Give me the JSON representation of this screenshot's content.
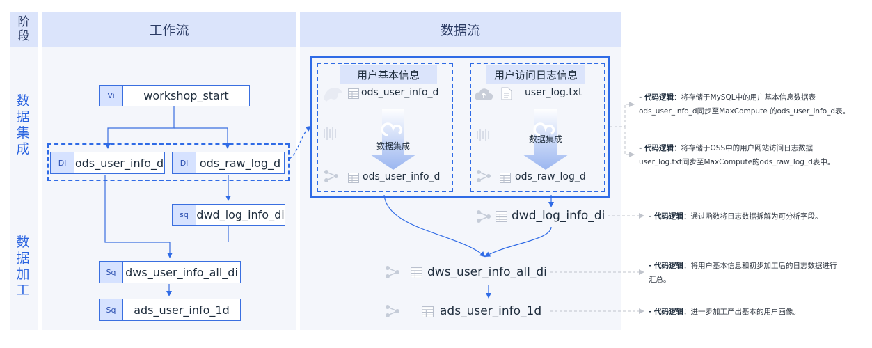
{
  "columns": {
    "stage": "阶段",
    "workflow": "工作流",
    "dataflow": "数据流"
  },
  "stages": {
    "integration": "数据集成",
    "processing": "数据加工"
  },
  "workflow": {
    "start": {
      "tag": "Vi",
      "label": "workshop_start"
    },
    "ods_user": {
      "tag": "Di",
      "label": "ods_user_info_d"
    },
    "ods_raw": {
      "tag": "Di",
      "label": "ods_raw_log_d"
    },
    "dwd": {
      "tag": "sq",
      "label": "dwd_log_info_di"
    },
    "dws": {
      "tag": "Sq",
      "label": "dws_user_info_all_di"
    },
    "ads": {
      "tag": "Sq",
      "label": "ads_user_info_1d"
    }
  },
  "dataflow": {
    "group1": {
      "title": "用户基本信息",
      "source": "ods_user_info_d",
      "process": "数据集成",
      "target": "ods_user_info_d"
    },
    "group2": {
      "title": "用户访问日志信息",
      "source": "user_log.txt",
      "process": "数据集成",
      "target": "ods_raw_log_d"
    },
    "dwd": "dwd_log_info_di",
    "dws": "dws_user_info_all_di",
    "ads": "ads_user_info_1d"
  },
  "notes": [
    {
      "label": "- 代码逻辑",
      "line1": "：将存储于MySQL中的用户基本信息数据表",
      "line2": "ods_user_info_d同步至MaxCompute 的ods_user_info_d表。"
    },
    {
      "label": "- 代码逻辑",
      "line1": "：将存储于OSS中的用户网站访问日志数据",
      "line2": "user_log.txt同步至MaxCompute的ods_raw_log_d表中。"
    },
    {
      "label": "- 代码逻辑",
      "line1": "：通过函数将日志数据拆解为可分析字段。",
      "line2": ""
    },
    {
      "label": "- 代码逻辑",
      "line1": "：将用户基本信息和初步加工后的日志数据进行",
      "line2": "汇总。"
    },
    {
      "label": "- 代码逻辑",
      "line1": "：进一步加工产出基本的用户画像。",
      "line2": ""
    }
  ],
  "colors": {
    "accent": "#2f6be6",
    "header": "#dbe4fb",
    "panel": "#f4f6fb",
    "tag": "#d6e2ff",
    "connector": "#c0c4cc"
  }
}
